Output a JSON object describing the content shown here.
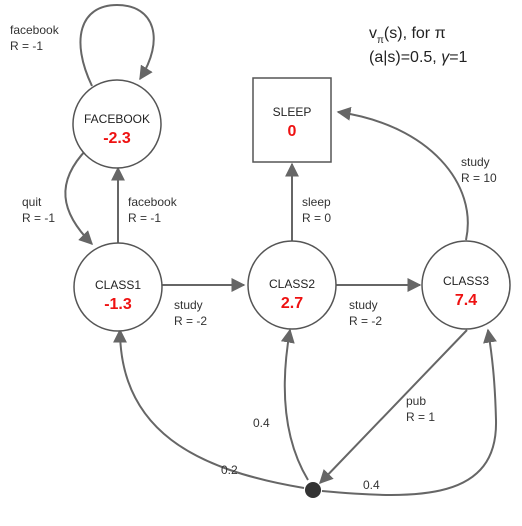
{
  "header": {
    "v": "v",
    "pi_sub": "π",
    "line1_rest": "(s), for π",
    "line2": "(a|s)=0.5, ",
    "gamma": "γ",
    "gamma_val": "=1"
  },
  "nodes": {
    "facebook": {
      "name": "FACEBOOK",
      "value": "-2.3"
    },
    "class1": {
      "name": "CLASS1",
      "value": "-1.3"
    },
    "class2": {
      "name": "CLASS2",
      "value": "2.7"
    },
    "class3": {
      "name": "CLASS3",
      "value": "7.4"
    },
    "sleep": {
      "name": "SLEEP",
      "value": "0"
    }
  },
  "edges": {
    "facebook_loop": {
      "action": "facebook",
      "reward": "R = -1"
    },
    "quit": {
      "action": "quit",
      "reward": "R = -1"
    },
    "facebook_from_class1": {
      "action": "facebook",
      "reward": "R = -1"
    },
    "study_c1_c2": {
      "action": "study",
      "reward": "R = -2"
    },
    "study_c2_c3": {
      "action": "study",
      "reward": "R = -2"
    },
    "sleep": {
      "action": "sleep",
      "reward": "R = 0"
    },
    "study_c3_sleep": {
      "action": "study",
      "reward": "R = 10"
    },
    "pub": {
      "action": "pub",
      "reward": "R = 1"
    },
    "p_class1": "0.2",
    "p_class2": "0.4",
    "p_class3": "0.4"
  },
  "colors": {
    "value_red": "#ee1111",
    "edge_gray": "#666666",
    "node_border": "#555555"
  }
}
